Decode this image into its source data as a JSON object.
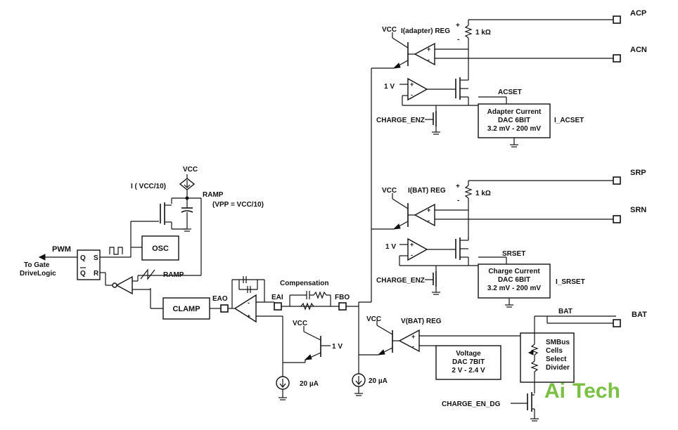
{
  "labels": {
    "acp": "ACP",
    "acn": "ACN",
    "srp": "SRP",
    "srn": "SRN",
    "bat_pin": "BAT",
    "bat_node": "BAT",
    "vcc_top": "VCC",
    "vcc_mid": "VCC",
    "vcc_bat": "VCC",
    "vcc_ramp": "VCC",
    "vcc_eao": "VCC",
    "i_adapter_reg": "I(adapter) REG",
    "i_bat_reg": "I(BAT) REG",
    "v_bat_reg": "V(BAT) REG",
    "one_kohm_a": "1 kΩ",
    "one_kohm_b": "1 kΩ",
    "plus_a": "+",
    "minus_a": "-",
    "plus_b": "+",
    "minus_b": "-",
    "one_v_a": "1 V",
    "one_v_b": "1 V",
    "one_v_c": "1 V",
    "charge_enz_a": "CHARGE_ENZ",
    "charge_enz_b": "CHARGE_ENZ",
    "charge_en_dg": "CHARGE_EN_DG",
    "acset": "ACSET",
    "srset": "SRSET",
    "i_acset": "I_ACSET",
    "i_srset": "I_SRSET",
    "adapter_dac": [
      "Adapter Current",
      "DAC 6BIT",
      "3.2 mV - 200 mV"
    ],
    "charge_dac": [
      "Charge Current",
      "DAC 6BIT",
      "3.2 mV - 200 mV"
    ],
    "voltage_dac": [
      "Voltage",
      "DAC 7BIT",
      "2 V - 2.4 V"
    ],
    "smbus_divider": [
      "SMBus",
      "Cells",
      "Select",
      "Divider"
    ],
    "ramp_source": "I ( VCC/10)",
    "ramp": "RAMP",
    "vpp": "(VPP = VCC/10)",
    "ramp_lower": "RAMP",
    "osc": "OSC",
    "clamp": "CLAMP",
    "pwm": "PWM",
    "to_gate": [
      "To Gate",
      "DriveLogic"
    ],
    "q": "Q",
    "s": "S",
    "qbar": "Q",
    "r": "R",
    "eao": "EAO",
    "eai": "EAI",
    "fbo": "FBO",
    "compensation": "Compensation",
    "i_20ua_a": "20 µA",
    "i_20ua_b": "20 µA",
    "logo_ai": "Ai",
    "logo_tech": "Tech"
  }
}
